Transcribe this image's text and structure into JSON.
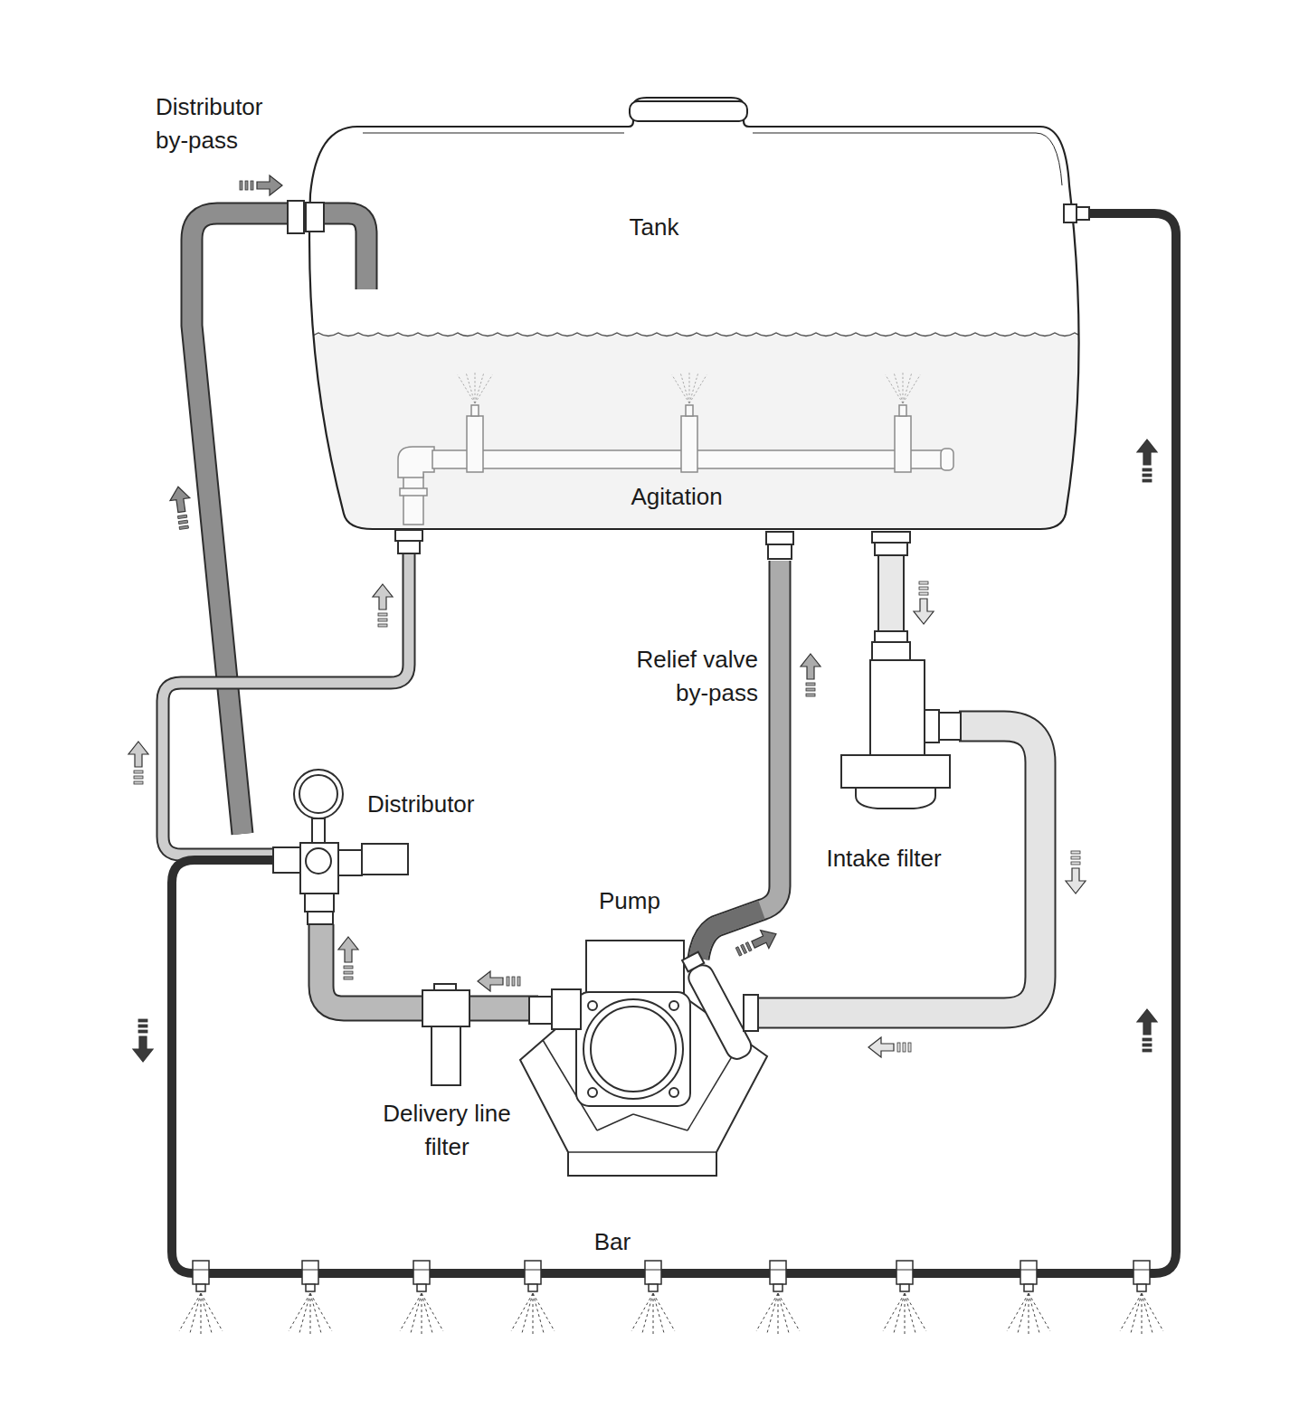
{
  "diagram": {
    "labels": [
      "Distributor by-pass",
      "Tank",
      "Agitation",
      "Relief valve by-pass",
      "Intake filter",
      "Distributor",
      "Pump",
      "Delivery line filter",
      "Bar"
    ]
  }
}
